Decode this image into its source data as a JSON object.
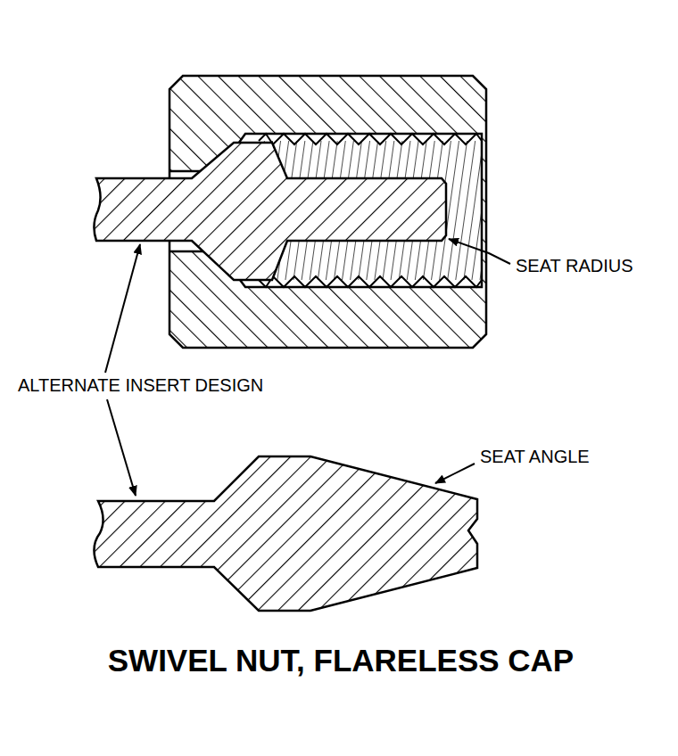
{
  "diagram": {
    "title": "SWIVEL NUT, FLARELESS CAP",
    "labels": [
      "SEAT RADIUS",
      "ALTERNATE INSERT DESIGN",
      "SEAT ANGLE"
    ]
  }
}
